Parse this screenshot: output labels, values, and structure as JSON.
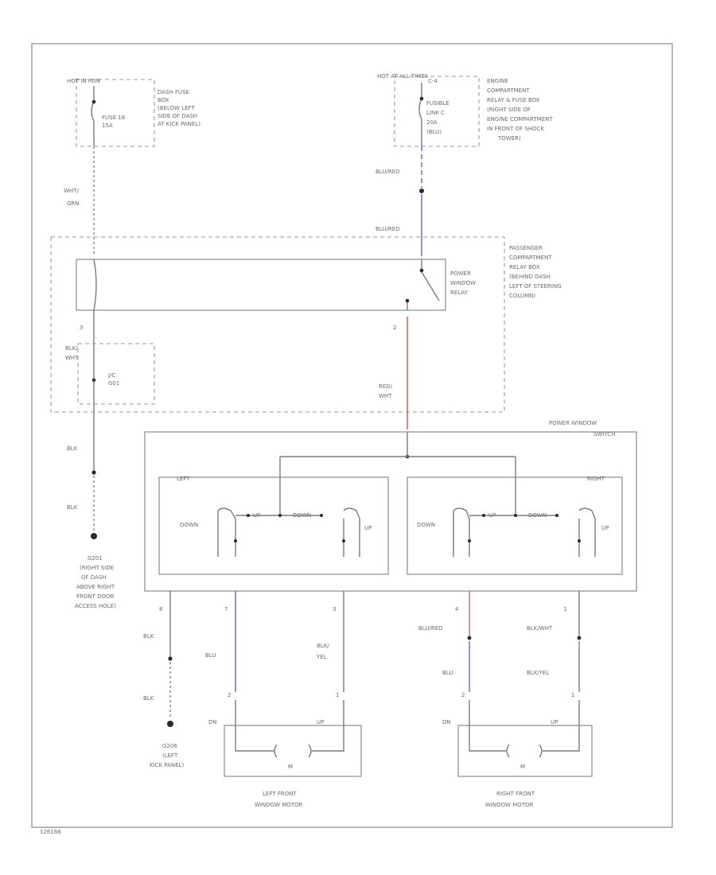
{
  "hot_left": {
    "header": "HOT IN RUN",
    "box_lines": [
      "DASH FUSE",
      "BOX",
      "(BELOW LEFT",
      "SIDE OF DASH",
      "AT KICK PANEL)"
    ],
    "fuse_lines": [
      "FUSE 16",
      "15A"
    ]
  },
  "hot_right": {
    "header": "HOT AT ALL TIMES",
    "pin": "C-4",
    "fuse_lines": [
      "FUSIBLE",
      "LINK C",
      "20A",
      "(BLU)"
    ],
    "box_lines": [
      "ENGINE",
      "COMPARTMENT",
      "RELAY & FUSE BOX",
      "(RIGHT SIDE OF",
      "ENGINE COMPARTMENT",
      "IN FRONT OF SHOCK",
      "TOWER)"
    ]
  },
  "wires": {
    "wht_grn": [
      "WHT/",
      "GRN"
    ],
    "blu_red_top": "BLU/RED",
    "blu_red_mid": "BLU/RED",
    "blk_wht": [
      "BLK/",
      "WHT"
    ],
    "red_wht": [
      "RED/",
      "WHT"
    ],
    "blk_1": "BLK",
    "blk_2": "BLK",
    "blk_3": "BLK",
    "blk_4": "BLK",
    "blu_left": "BLU",
    "blk_yel_left": [
      "BLK/",
      "YEL"
    ],
    "blu_red_right": "BLU/RED",
    "blu_right": "BLU",
    "blk_wht_right": "BLK/WHT",
    "blk_yel_right": "BLK/YEL"
  },
  "pins": {
    "relay_left": "3",
    "relay_right": "2",
    "sw_left_gnd": "8",
    "sw_left_a": "7",
    "sw_left_b": "3",
    "sw_right_a": "4",
    "sw_right_b": "1",
    "motor_left_a": "2",
    "motor_left_b": "1",
    "motor_right_a": "2",
    "motor_right_b": "1"
  },
  "relay": {
    "label_lines": [
      "POWER",
      "WINDOW",
      "RELAY"
    ],
    "box_lines": [
      "PASSENGER",
      "COMPARTMENT",
      "RELAY BOX",
      "(BEHIND DASH",
      "LEFT OF STEERING",
      "COLUMN)"
    ]
  },
  "jc": [
    "J/C",
    "G01"
  ],
  "ground_left": {
    "lines": [
      "G201",
      "(RIGHT SIDE",
      "OF DASH",
      "ABOVE RIGHT",
      "FRONT DOOR",
      "ACCESS HOLE)"
    ]
  },
  "ground_bottom": {
    "lines": [
      "G206",
      "(LEFT",
      "KICK PANEL)"
    ]
  },
  "switch": {
    "title_lines": [
      "POWER WINDOW",
      "SWITCH"
    ],
    "left": {
      "title": "LEFT",
      "down": "DOWN",
      "up_small": "UP",
      "down_small": "DOWN",
      "up": "UP"
    },
    "right": {
      "title": "RIGHT",
      "down": "DOWN",
      "up_small": "UP",
      "down_small": "DOWN",
      "up": "UP"
    }
  },
  "motors": {
    "left": {
      "dn": "DN",
      "up": "UP",
      "m": "M",
      "caption": [
        "LEFT FRONT",
        "WINDOW MOTOR"
      ]
    },
    "right": {
      "dn": "DN",
      "up": "UP",
      "m": "M",
      "caption": [
        "RIGHT FRONT",
        "WINDOW MOTOR"
      ]
    }
  },
  "footer_code": "126166",
  "colors": {
    "blue_wire": "#6a6ae8",
    "red_wire": "#e85a5a",
    "pink_wire": "#d06a9a"
  }
}
